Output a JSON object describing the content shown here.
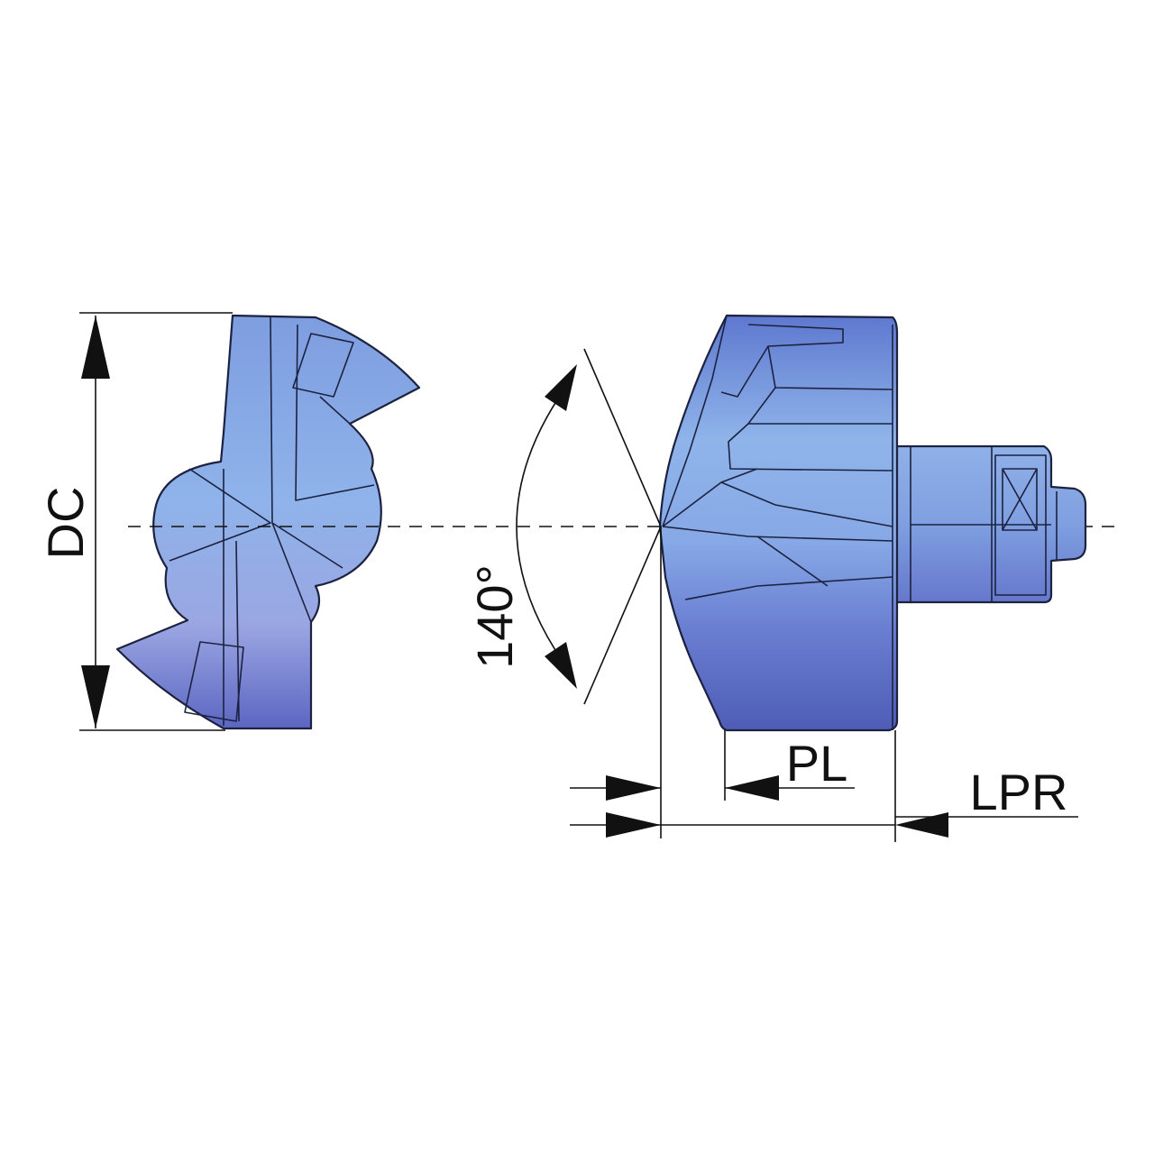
{
  "labels": {
    "dc": "DC",
    "angle": "140°",
    "pl": "PL",
    "lpr": "LPR"
  },
  "colors": {
    "body_light": "#8fb4ea",
    "body_mid": "#6f8fd8",
    "body_dark": "#4f5fb8",
    "outline": "#1c2240",
    "dimension": "#111111"
  }
}
